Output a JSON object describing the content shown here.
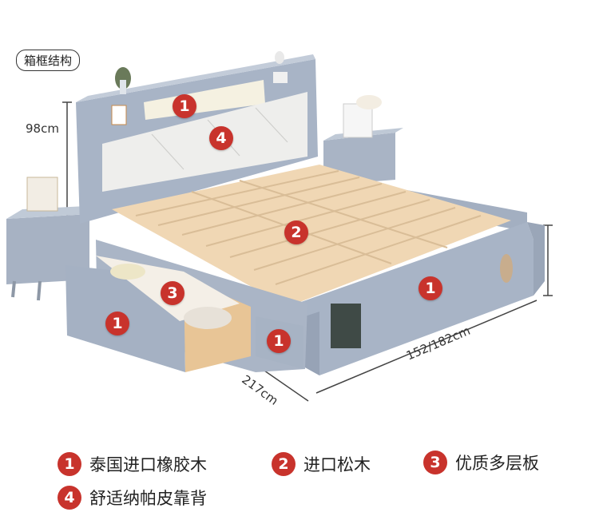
{
  "tag_label": "箱框结构",
  "dimensions": {
    "height": "98cm",
    "depth": "217cm",
    "width": "152/182cm"
  },
  "markers": [
    "1",
    "4",
    "2",
    "3",
    "1",
    "1",
    "1"
  ],
  "legend": [
    {
      "num": "1",
      "label": "泰国进口橡胶木"
    },
    {
      "num": "2",
      "label": "进口松木"
    },
    {
      "num": "3",
      "label": "优质多层板"
    },
    {
      "num": "4",
      "label": "舒适纳帕皮靠背"
    }
  ],
  "colors": {
    "frame": "#a7b3c4",
    "wood": "#f0d5b0",
    "leather": "#f4f4f2",
    "badge": "#c8332c"
  }
}
